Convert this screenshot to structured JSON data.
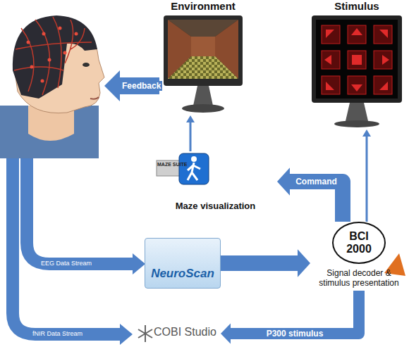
{
  "diagram": {
    "nodes": [
      {
        "text": [
          "Environment"
        ]
      },
      {
        "text": [
          "Stimulus"
        ]
      },
      {
        "text": [
          "MAZE SUITE",
          "Maze visualization"
        ]
      },
      {
        "text": [
          "NeuroScan"
        ]
      },
      {
        "text": [
          "BCI 2000",
          "Signal decoder & stimulus presentation"
        ]
      },
      {
        "text": [
          "COBI Studio"
        ]
      }
    ],
    "edges": [
      {
        "from": 2,
        "to": 0,
        "arrow": "to"
      },
      {
        "from": 4,
        "to": 1,
        "arrow": "to"
      },
      {
        "from": 4,
        "to": 2,
        "label": "Command",
        "arrow": "to"
      },
      {
        "from": 3,
        "to": 4,
        "arrow": "to"
      },
      {
        "from": 4,
        "to": 5,
        "label": "P300 stimulus",
        "arrow": "to"
      }
    ],
    "labels": [
      "Feedback",
      "EEG Data Stream",
      "fNIR Data Stream"
    ]
  }
}
